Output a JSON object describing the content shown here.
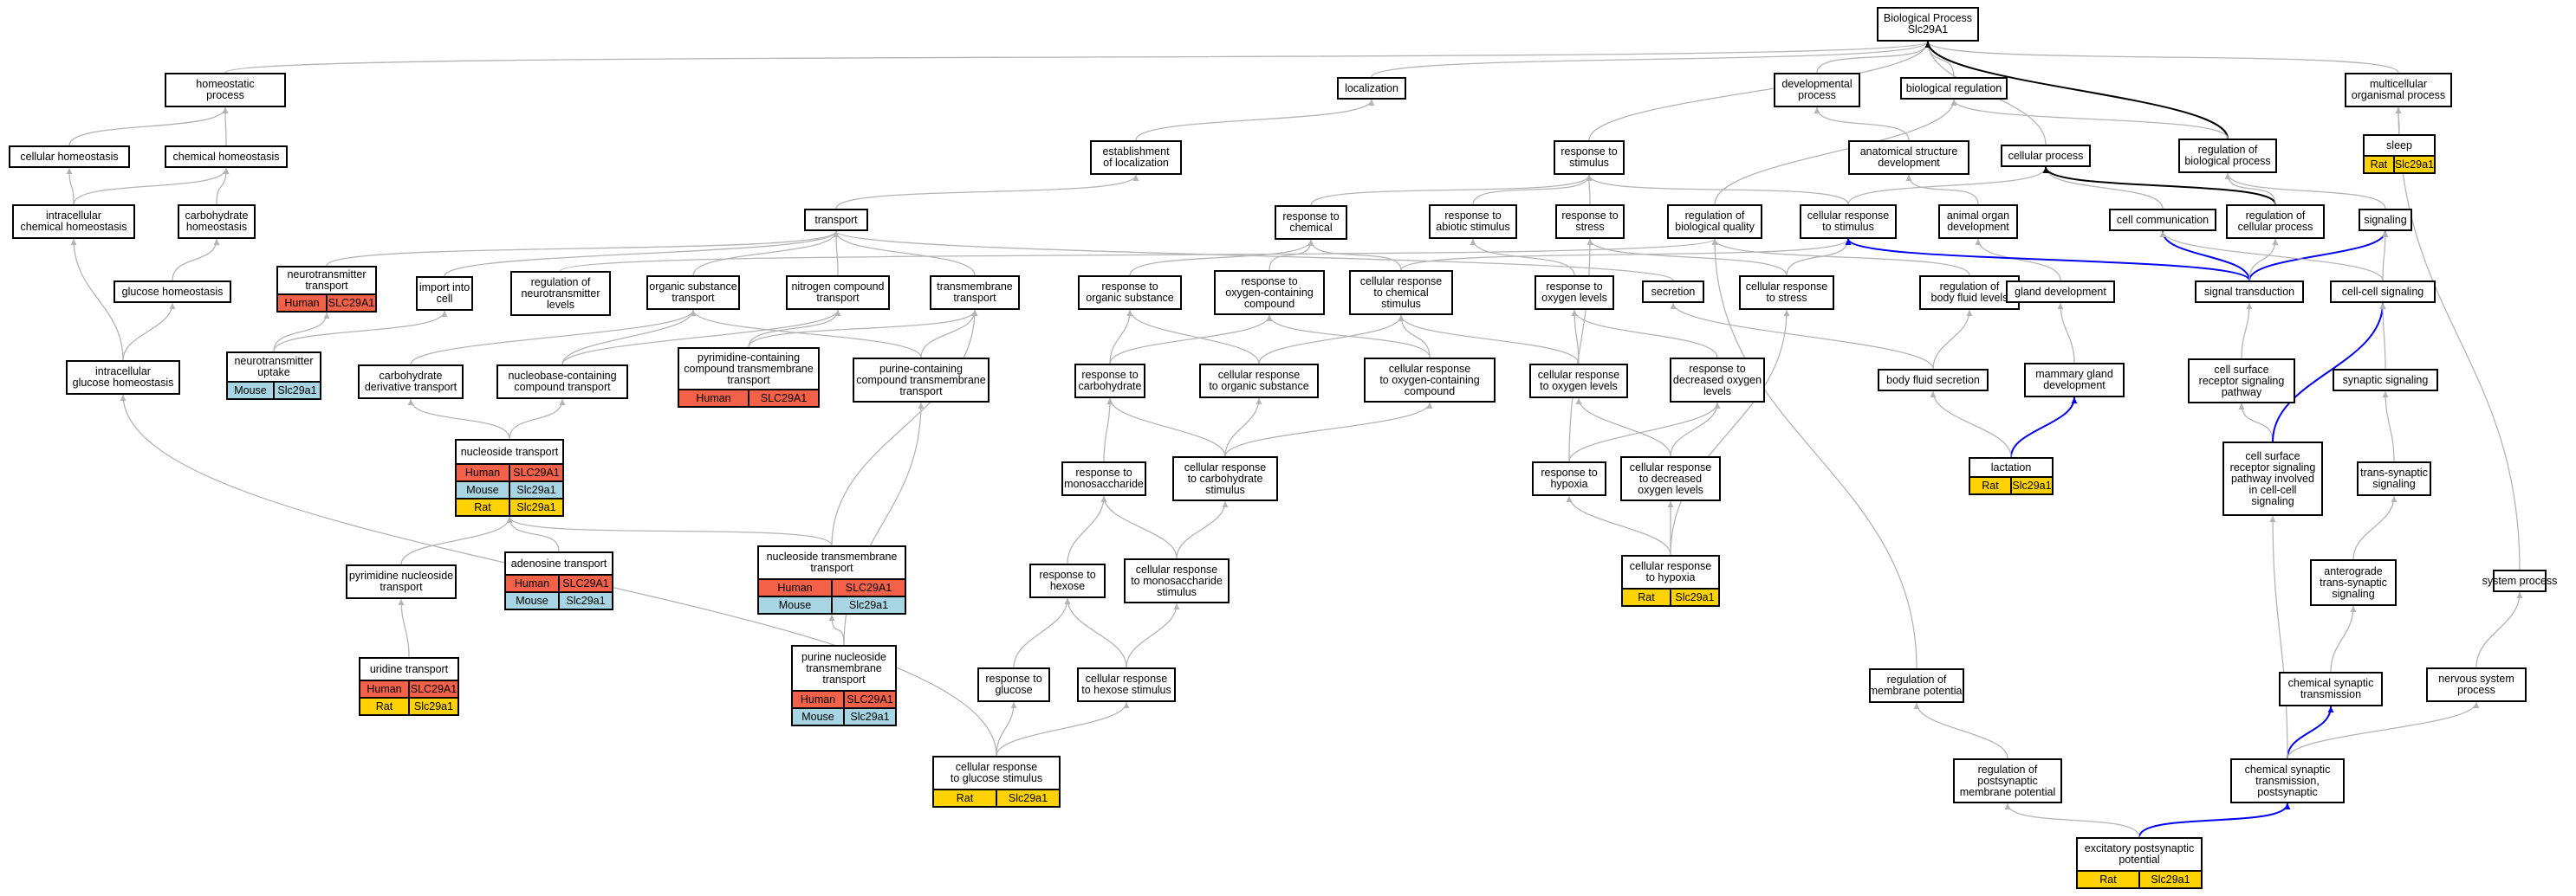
{
  "species": {
    "Human": "#f46149",
    "Mouse": "#a8d5e3",
    "Rat": "#ffd200"
  },
  "nodes": [
    {
      "id": "bp",
      "label": "Biological Process\nSlc29A1",
      "ann": []
    },
    {
      "id": "hp",
      "label": "homeostatic\nprocess",
      "ann": []
    },
    {
      "id": "loc",
      "label": "localization",
      "ann": []
    },
    {
      "id": "dev",
      "label": "developmental\nprocess",
      "ann": []
    },
    {
      "id": "breg",
      "label": "biological regulation",
      "ann": []
    },
    {
      "id": "mop",
      "label": "multicellular\norganismal process",
      "ann": []
    },
    {
      "id": "ch",
      "label": "cellular homeostasis",
      "ann": []
    },
    {
      "id": "chh",
      "label": "chemical homeostasis",
      "ann": []
    },
    {
      "id": "eol",
      "label": "establishment\nof localization",
      "ann": []
    },
    {
      "id": "rts",
      "label": "response to\nstimulus",
      "ann": []
    },
    {
      "id": "asd",
      "label": "anatomical structure\ndevelopment",
      "ann": []
    },
    {
      "id": "cp",
      "label": "cellular process",
      "ann": []
    },
    {
      "id": "rbp",
      "label": "regulation of\nbiological process",
      "ann": []
    },
    {
      "id": "sleep",
      "label": "sleep",
      "ann": [
        [
          "Rat",
          "Slc29a1"
        ]
      ]
    },
    {
      "id": "ichh",
      "label": "intracellular\nchemical homeostasis",
      "ann": []
    },
    {
      "id": "cbh",
      "label": "carbohydrate\nhomeostasis",
      "ann": []
    },
    {
      "id": "tr",
      "label": "transport",
      "ann": []
    },
    {
      "id": "rchem",
      "label": "response to\nchemical",
      "ann": []
    },
    {
      "id": "ras",
      "label": "response to\nabiotic stimulus",
      "ann": []
    },
    {
      "id": "rst",
      "label": "response to\nstress",
      "ann": []
    },
    {
      "id": "rbq",
      "label": "regulation of\nbiological quality",
      "ann": []
    },
    {
      "id": "crs",
      "label": "cellular response\nto stimulus",
      "ann": []
    },
    {
      "id": "aod",
      "label": "animal organ\ndevelopment",
      "ann": []
    },
    {
      "id": "cc",
      "label": "cell communication",
      "ann": []
    },
    {
      "id": "rcp",
      "label": "regulation of\ncellular process",
      "ann": []
    },
    {
      "id": "sig",
      "label": "signaling",
      "ann": []
    },
    {
      "id": "gh",
      "label": "glucose homeostasis",
      "ann": []
    },
    {
      "id": "ntt",
      "label": "neurotransmitter\ntransport",
      "ann": [
        [
          "Human",
          "SLC29A1"
        ]
      ]
    },
    {
      "id": "iic",
      "label": "import into\ncell",
      "ann": []
    },
    {
      "id": "rntl",
      "label": "regulation of\nneurotransmitter\nlevels",
      "ann": []
    },
    {
      "id": "ost",
      "label": "organic substance\ntransport",
      "ann": []
    },
    {
      "id": "nct",
      "label": "nitrogen compound\ntransport",
      "ann": []
    },
    {
      "id": "tmt",
      "label": "transmembrane\ntransport",
      "ann": []
    },
    {
      "id": "ros",
      "label": "response to\norganic substance",
      "ann": []
    },
    {
      "id": "rocc",
      "label": "response to\noxygen-containing\ncompound",
      "ann": []
    },
    {
      "id": "crcs",
      "label": "cellular response\nto chemical\nstimulus",
      "ann": []
    },
    {
      "id": "rol",
      "label": "response to\noxygen levels",
      "ann": []
    },
    {
      "id": "sec",
      "label": "secretion",
      "ann": []
    },
    {
      "id": "crst",
      "label": "cellular response\nto stress",
      "ann": []
    },
    {
      "id": "rbfl",
      "label": "regulation of\nbody fluid levels",
      "ann": []
    },
    {
      "id": "gd",
      "label": "gland development",
      "ann": []
    },
    {
      "id": "st",
      "label": "signal transduction",
      "ann": []
    },
    {
      "id": "ccs",
      "label": "cell-cell signaling",
      "ann": []
    },
    {
      "id": "igh",
      "label": "intracellular\nglucose homeostasis",
      "ann": []
    },
    {
      "id": "ntu",
      "label": "neurotransmitter\nuptake",
      "ann": [
        [
          "Mouse",
          "Slc29a1"
        ]
      ]
    },
    {
      "id": "cdt",
      "label": "carbohydrate\nderivative transport",
      "ann": []
    },
    {
      "id": "nbct",
      "label": "nucleobase-containing\ncompound transport",
      "ann": []
    },
    {
      "id": "pyct",
      "label": "pyrimidine-containing\ncompound transmembrane\ntransport",
      "ann": [
        [
          "Human",
          "SLC29A1"
        ]
      ]
    },
    {
      "id": "puct",
      "label": "purine-containing\ncompound transmembrane\ntransport",
      "ann": []
    },
    {
      "id": "rcarb",
      "label": "response to\ncarbohydrate",
      "ann": []
    },
    {
      "id": "cros",
      "label": "cellular response\nto organic substance",
      "ann": []
    },
    {
      "id": "crocc",
      "label": "cellular response\nto oxygen-containing\ncompound",
      "ann": []
    },
    {
      "id": "crol",
      "label": "cellular response\nto oxygen levels",
      "ann": []
    },
    {
      "id": "rdol",
      "label": "response to\ndecreased oxygen\nlevels",
      "ann": []
    },
    {
      "id": "bfs",
      "label": "body fluid secretion",
      "ann": []
    },
    {
      "id": "mgd",
      "label": "mammary gland\ndevelopment",
      "ann": []
    },
    {
      "id": "csrsp",
      "label": "cell surface\nreceptor signaling\npathway",
      "ann": []
    },
    {
      "id": "ss",
      "label": "synaptic signaling",
      "ann": []
    },
    {
      "id": "nt",
      "label": "nucleoside transport",
      "ann": [
        [
          "Human",
          "SLC29A1"
        ],
        [
          "Mouse",
          "Slc29a1"
        ],
        [
          "Rat",
          "Slc29a1"
        ]
      ]
    },
    {
      "id": "rms",
      "label": "response to\nmonosaccharide",
      "ann": []
    },
    {
      "id": "crcarb",
      "label": "cellular response\nto carbohydrate\nstimulus",
      "ann": []
    },
    {
      "id": "rhyp",
      "label": "response to\nhypoxia",
      "ann": []
    },
    {
      "id": "crdol",
      "label": "cellular response\nto decreased\noxygen levels",
      "ann": []
    },
    {
      "id": "lact",
      "label": "lactation",
      "ann": [
        [
          "Rat",
          "Slc29a1"
        ]
      ]
    },
    {
      "id": "csrccs",
      "label": "cell surface\nreceptor signaling\npathway involved\nin cell-cell\nsignaling",
      "ann": []
    },
    {
      "id": "tss",
      "label": "trans-synaptic\nsignaling",
      "ann": []
    },
    {
      "id": "pnt",
      "label": "pyrimidine nucleoside\ntransport",
      "ann": []
    },
    {
      "id": "at",
      "label": "adenosine transport",
      "ann": [
        [
          "Human",
          "SLC29A1"
        ],
        [
          "Mouse",
          "Slc29a1"
        ]
      ]
    },
    {
      "id": "ntmt",
      "label": "nucleoside transmembrane\ntransport",
      "ann": [
        [
          "Human",
          "SLC29A1"
        ],
        [
          "Mouse",
          "Slc29a1"
        ]
      ]
    },
    {
      "id": "rhex",
      "label": "response to\nhexose",
      "ann": []
    },
    {
      "id": "crms",
      "label": "cellular response\nto monosaccharide\nstimulus",
      "ann": []
    },
    {
      "id": "crhyp",
      "label": "cellular response\nto hypoxia",
      "ann": [
        [
          "Rat",
          "Slc29a1"
        ]
      ]
    },
    {
      "id": "atss",
      "label": "anterograde\ntrans-synaptic\nsignaling",
      "ann": []
    },
    {
      "id": "sp",
      "label": "system process",
      "ann": []
    },
    {
      "id": "ut",
      "label": "uridine transport",
      "ann": [
        [
          "Human",
          "SLC29A1"
        ],
        [
          "Rat",
          "Slc29a1"
        ]
      ]
    },
    {
      "id": "pnmt",
      "label": "purine nucleoside\ntransmembrane\ntransport",
      "ann": [
        [
          "Human",
          "SLC29A1"
        ],
        [
          "Mouse",
          "Slc29a1"
        ]
      ]
    },
    {
      "id": "rglu",
      "label": "response to\nglucose",
      "ann": []
    },
    {
      "id": "crhex",
      "label": "cellular response\nto hexose stimulus",
      "ann": []
    },
    {
      "id": "rmp",
      "label": "regulation of\nmembrane potential",
      "ann": []
    },
    {
      "id": "cst",
      "label": "chemical synaptic\ntransmission",
      "ann": []
    },
    {
      "id": "nsp",
      "label": "nervous system\nprocess",
      "ann": []
    },
    {
      "id": "crglu",
      "label": "cellular response\nto glucose stimulus",
      "ann": [
        [
          "Rat",
          "Slc29a1"
        ]
      ]
    },
    {
      "id": "rpmp",
      "label": "regulation of\npostsynaptic\nmembrane potential",
      "ann": []
    },
    {
      "id": "cstp",
      "label": "chemical synaptic\ntransmission,\npostsynaptic",
      "ann": []
    },
    {
      "id": "epp",
      "label": "excitatory postsynaptic\npotential",
      "ann": [
        [
          "Rat",
          "Slc29a1"
        ]
      ]
    }
  ],
  "edges": [
    [
      "hp",
      "bp",
      "g"
    ],
    [
      "loc",
      "bp",
      "g"
    ],
    [
      "dev",
      "bp",
      "g"
    ],
    [
      "breg",
      "bp",
      "g"
    ],
    [
      "mop",
      "bp",
      "g"
    ],
    [
      "rts",
      "bp",
      "g"
    ],
    [
      "cp",
      "bp",
      "g"
    ],
    [
      "rbp",
      "bp",
      "k"
    ],
    [
      "rbp",
      "breg",
      "g"
    ],
    [
      "sleep",
      "mop",
      "g"
    ],
    [
      "ch",
      "hp",
      "g"
    ],
    [
      "chh",
      "hp",
      "g"
    ],
    [
      "ichh",
      "ch",
      "g"
    ],
    [
      "ichh",
      "chh",
      "g"
    ],
    [
      "cbh",
      "chh",
      "g"
    ],
    [
      "gh",
      "cbh",
      "g"
    ],
    [
      "igh",
      "ichh",
      "g"
    ],
    [
      "igh",
      "gh",
      "g"
    ],
    [
      "eol",
      "loc",
      "g"
    ],
    [
      "tr",
      "eol",
      "g"
    ],
    [
      "asd",
      "dev",
      "g"
    ],
    [
      "aod",
      "asd",
      "g"
    ],
    [
      "gd",
      "aod",
      "g"
    ],
    [
      "mgd",
      "gd",
      "g"
    ],
    [
      "lact",
      "mgd",
      "b"
    ],
    [
      "rchem",
      "rts",
      "g"
    ],
    [
      "ras",
      "rts",
      "g"
    ],
    [
      "rst",
      "rts",
      "g"
    ],
    [
      "crs",
      "rts",
      "g"
    ],
    [
      "crs",
      "cp",
      "g"
    ],
    [
      "rbq",
      "breg",
      "g"
    ],
    [
      "cc",
      "cp",
      "g"
    ],
    [
      "rcp",
      "cp",
      "k"
    ],
    [
      "rcp",
      "rbp",
      "g"
    ],
    [
      "sig",
      "rbp",
      "g"
    ],
    [
      "ntt",
      "tr",
      "g"
    ],
    [
      "iic",
      "tr",
      "g"
    ],
    [
      "ost",
      "tr",
      "g"
    ],
    [
      "nct",
      "tr",
      "g"
    ],
    [
      "tmt",
      "tr",
      "g"
    ],
    [
      "rntl",
      "rbq",
      "g"
    ],
    [
      "ntu",
      "ntt",
      "g"
    ],
    [
      "ntu",
      "iic",
      "g"
    ],
    [
      "cdt",
      "ost",
      "g"
    ],
    [
      "nbct",
      "ost",
      "g"
    ],
    [
      "nbct",
      "nct",
      "g"
    ],
    [
      "pyct",
      "nct",
      "g"
    ],
    [
      "pyct",
      "tmt",
      "g"
    ],
    [
      "puct",
      "tmt",
      "g"
    ],
    [
      "puct",
      "ost",
      "g"
    ],
    [
      "nt",
      "cdt",
      "g"
    ],
    [
      "nt",
      "nbct",
      "g"
    ],
    [
      "pnt",
      "nt",
      "g"
    ],
    [
      "at",
      "nt",
      "g"
    ],
    [
      "ntmt",
      "nt",
      "g"
    ],
    [
      "ntmt",
      "tmt",
      "g"
    ],
    [
      "ut",
      "pnt",
      "g"
    ],
    [
      "pnmt",
      "ntmt",
      "g"
    ],
    [
      "pnmt",
      "puct",
      "g"
    ],
    [
      "ros",
      "rchem",
      "g"
    ],
    [
      "rocc",
      "rchem",
      "g"
    ],
    [
      "crcs",
      "rchem",
      "g"
    ],
    [
      "crcs",
      "crs",
      "g"
    ],
    [
      "rcarb",
      "ros",
      "g"
    ],
    [
      "rcarb",
      "rocc",
      "g"
    ],
    [
      "cros",
      "ros",
      "g"
    ],
    [
      "cros",
      "crcs",
      "g"
    ],
    [
      "crocc",
      "rocc",
      "g"
    ],
    [
      "crocc",
      "crcs",
      "g"
    ],
    [
      "rms",
      "rcarb",
      "g"
    ],
    [
      "crcarb",
      "rcarb",
      "g"
    ],
    [
      "crcarb",
      "cros",
      "g"
    ],
    [
      "crcarb",
      "crocc",
      "g"
    ],
    [
      "rhex",
      "rms",
      "g"
    ],
    [
      "crms",
      "rms",
      "g"
    ],
    [
      "crms",
      "crcarb",
      "g"
    ],
    [
      "rglu",
      "rhex",
      "g"
    ],
    [
      "crhex",
      "rhex",
      "g"
    ],
    [
      "crhex",
      "crms",
      "g"
    ],
    [
      "crglu",
      "rglu",
      "g"
    ],
    [
      "crglu",
      "crhex",
      "g"
    ],
    [
      "crglu",
      "igh",
      "g"
    ],
    [
      "rol",
      "ras",
      "g"
    ],
    [
      "crol",
      "rol",
      "g"
    ],
    [
      "crol",
      "crcs",
      "g"
    ],
    [
      "rdol",
      "rol",
      "g"
    ],
    [
      "rhyp",
      "rdol",
      "g"
    ],
    [
      "rhyp",
      "rst",
      "g"
    ],
    [
      "crdol",
      "rdol",
      "g"
    ],
    [
      "crdol",
      "crol",
      "g"
    ],
    [
      "crhyp",
      "rhyp",
      "g"
    ],
    [
      "crhyp",
      "crdol",
      "g"
    ],
    [
      "crhyp",
      "crst",
      "g"
    ],
    [
      "crst",
      "crs",
      "g"
    ],
    [
      "crst",
      "rst",
      "g"
    ],
    [
      "sec",
      "tr",
      "g"
    ],
    [
      "bfs",
      "sec",
      "g"
    ],
    [
      "bfs",
      "rbfl",
      "g"
    ],
    [
      "lact",
      "bfs",
      "g"
    ],
    [
      "rbfl",
      "rbq",
      "g"
    ],
    [
      "st",
      "cc",
      "b"
    ],
    [
      "st",
      "crs",
      "b"
    ],
    [
      "st",
      "sig",
      "b"
    ],
    [
      "st",
      "rcp",
      "g"
    ],
    [
      "ccs",
      "cc",
      "g"
    ],
    [
      "ccs",
      "sig",
      "g"
    ],
    [
      "csrsp",
      "st",
      "g"
    ],
    [
      "csrccs",
      "csrsp",
      "g"
    ],
    [
      "csrccs",
      "ccs",
      "b"
    ],
    [
      "ss",
      "ccs",
      "g"
    ],
    [
      "tss",
      "ss",
      "g"
    ],
    [
      "atss",
      "tss",
      "g"
    ],
    [
      "cst",
      "atss",
      "g"
    ],
    [
      "cstp",
      "cst",
      "b"
    ],
    [
      "cstp",
      "csrccs",
      "g"
    ],
    [
      "cstp",
      "nsp",
      "g"
    ],
    [
      "epp",
      "cstp",
      "b"
    ],
    [
      "epp",
      "rpmp",
      "g"
    ],
    [
      "rpmp",
      "rmp",
      "g"
    ],
    [
      "rmp",
      "rbq",
      "g"
    ],
    [
      "nsp",
      "sp",
      "g"
    ],
    [
      "sp",
      "mop",
      "g"
    ]
  ]
}
